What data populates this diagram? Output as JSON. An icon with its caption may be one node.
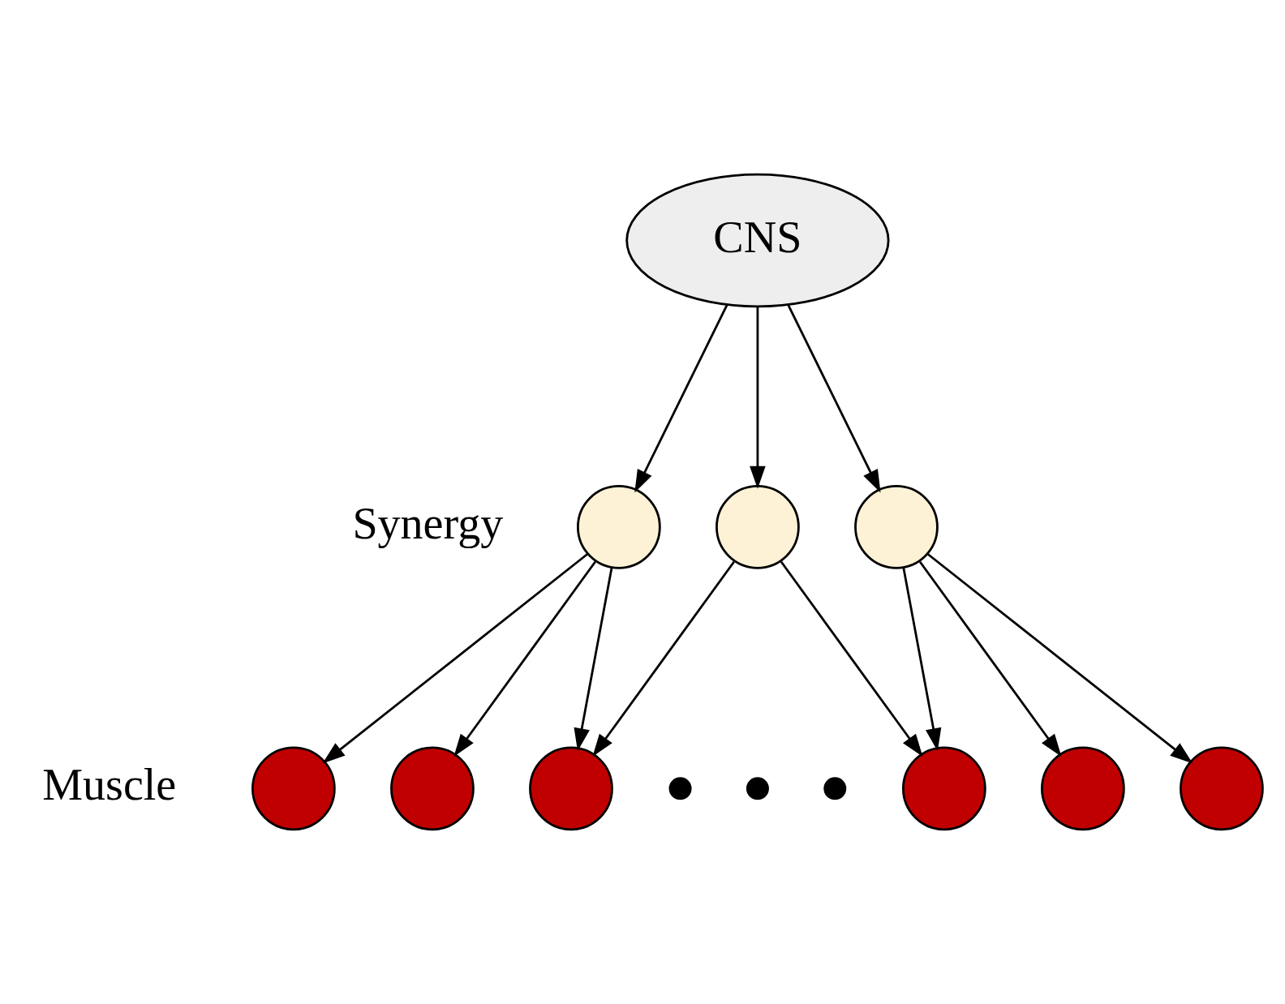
{
  "diagram": {
    "nodes": [
      {
        "text": [
          "CNS"
        ]
      },
      {
        "text": [],
        "shape": "circle"
      },
      {
        "text": [],
        "shape": "circle"
      },
      {
        "text": [],
        "shape": "circle"
      },
      {
        "text": [],
        "shape": "circle"
      },
      {
        "text": [],
        "shape": "circle"
      },
      {
        "text": [],
        "shape": "circle"
      },
      {
        "text": [],
        "shape": "circle"
      },
      {
        "text": [],
        "shape": "circle"
      },
      {
        "text": [],
        "shape": "circle"
      },
      {
        "text": [],
        "shape": "circle"
      },
      {
        "text": [],
        "shape": "circle"
      },
      {
        "text": [],
        "shape": "circle"
      }
    ],
    "edges": [
      {
        "from": 0,
        "to": 1,
        "arrow": "to"
      },
      {
        "from": 0,
        "to": 2,
        "arrow": "to"
      },
      {
        "from": 0,
        "to": 3,
        "arrow": "to"
      },
      {
        "from": 1,
        "to": 4,
        "arrow": "to"
      },
      {
        "from": 1,
        "to": 5,
        "arrow": "to"
      },
      {
        "from": 1,
        "to": 6,
        "arrow": "to"
      },
      {
        "from": 2,
        "to": 6,
        "arrow": "to"
      },
      {
        "from": 2,
        "to": 10,
        "arrow": "to"
      },
      {
        "from": 3,
        "to": 10,
        "arrow": "to"
      },
      {
        "from": 3,
        "to": 11,
        "arrow": "to"
      },
      {
        "from": 3,
        "to": 12,
        "arrow": "to"
      }
    ],
    "labels": [
      "Synergy",
      "Muscle"
    ]
  }
}
